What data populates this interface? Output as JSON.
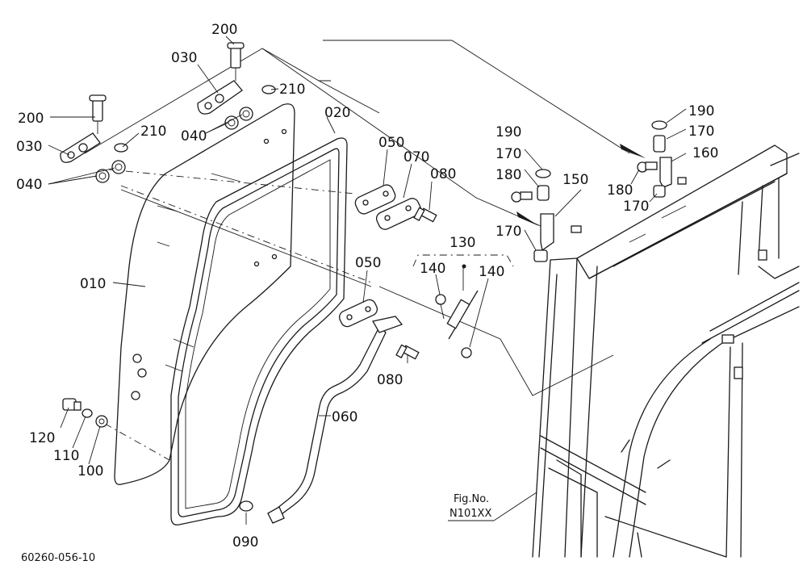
{
  "parts": {
    "p010": "010",
    "p020": "020",
    "p030a": "030",
    "p030b": "030",
    "p040a": "040",
    "p040b": "040",
    "p050a": "050",
    "p050b": "050",
    "p060": "060",
    "p070": "070",
    "p080a": "080",
    "p080b": "080",
    "p090": "090",
    "p100": "100",
    "p110": "110",
    "p120": "120",
    "p130": "130",
    "p140a": "140",
    "p140b": "140",
    "p150": "150",
    "p160": "160",
    "p170a": "170",
    "p170b": "170",
    "p170c": "170",
    "p170d": "170",
    "p180a": "180",
    "p180b": "180",
    "p190a": "190",
    "p190b": "190",
    "p200a": "200",
    "p200b": "200",
    "p210a": "210",
    "p210b": "210"
  },
  "fig_ref": {
    "line1": "Fig.No.",
    "line2": "N101XX"
  },
  "drawing_id": "60260-056-10"
}
